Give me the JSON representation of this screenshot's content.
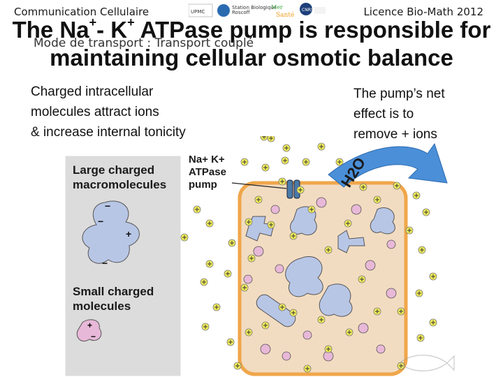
{
  "header": {
    "left": "Communication Cellulaire",
    "right": "Licence Bio-Math 2012",
    "logos": [
      "UPMC",
      "Station Biologique Roscoff",
      "Mer & Santé",
      "CNRS"
    ]
  },
  "subtitle": "Mode de transport : Transport couplé",
  "title": {
    "line1_a": "The Na",
    "sup1": "+",
    "line1_b": "- K",
    "sup2": "+",
    "line1_c": " ATPase pump is responsible for",
    "line2": "maintaining cellular osmotic balance"
  },
  "left_text": [
    "Charged intracellular",
    "molecules attract ions",
    "& increase internal tonicity"
  ],
  "right_text": [
    "The pump’s net",
    "effect is to",
    "remove + ions"
  ],
  "diagram": {
    "legend_large": [
      "Large charged",
      "macromolecules"
    ],
    "legend_small": [
      "Small charged",
      "molecules"
    ],
    "pump_label": [
      "Na+ K+",
      "ATPase",
      "pump"
    ],
    "water_label": "H2O",
    "colors": {
      "cell_fill": "#f2dcc1",
      "cell_border": "#f0a64a",
      "macromolecule": "#b8c6e6",
      "small_molecule": "#e8b8d8",
      "ion": "#f4ef5a",
      "arrow": "#4a8fd8",
      "legend_bg": "#dcdcdc"
    }
  }
}
